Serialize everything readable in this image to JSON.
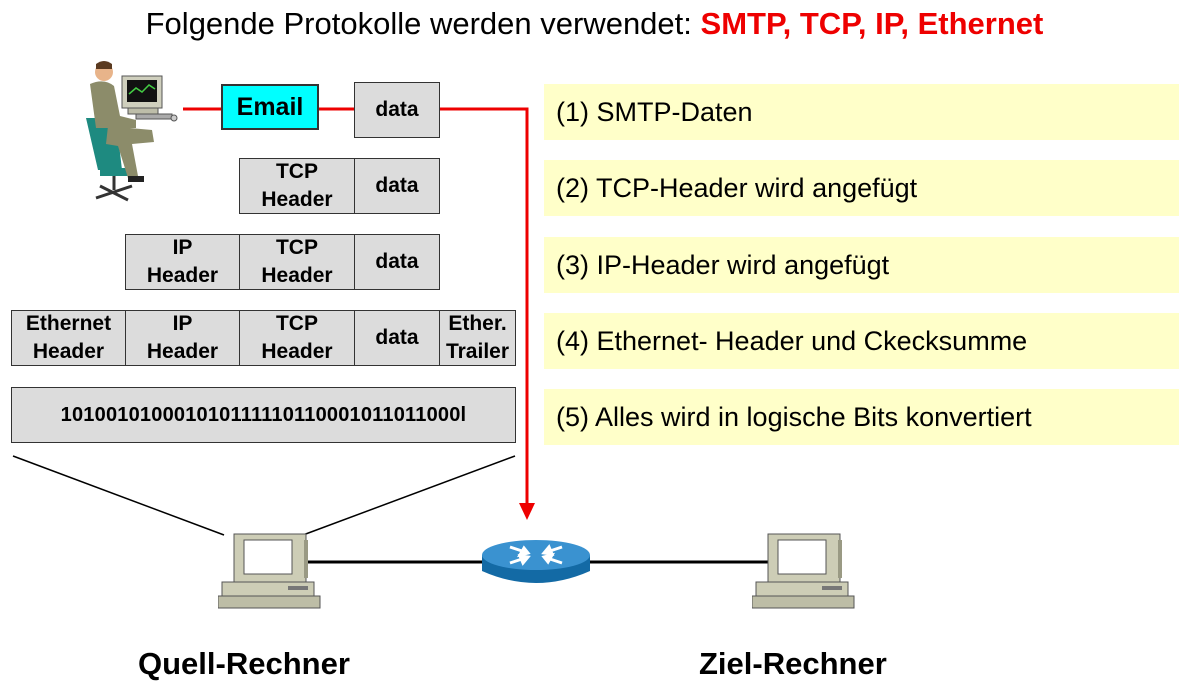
{
  "title": {
    "prefix": "Folgende Protokolle werden verwendet:",
    "protocols": "SMTP, TCP, IP, Ethernet"
  },
  "colors": {
    "highlight": "#ee0000",
    "email_box": "#00ffff",
    "packet_fill": "#dcdcdc",
    "step_fill": "#ffffc9",
    "router": "#1f7ab8"
  },
  "icons": [
    "user-at-computer-icon",
    "router-icon",
    "computer-icon"
  ],
  "layer1": {
    "email": "Email",
    "data": "data"
  },
  "layer2": {
    "tcp_line1": "TCP",
    "tcp_line2": "Header",
    "data": "data"
  },
  "layer3": {
    "ip_line1": "IP",
    "ip_line2": "Header",
    "tcp_line1": "TCP",
    "tcp_line2": "Header",
    "data": "data"
  },
  "layer4": {
    "eth_line1": "Ethernet",
    "eth_line2": "Header",
    "ip_line1": "IP",
    "ip_line2": "Header",
    "tcp_line1": "TCP",
    "tcp_line2": "Header",
    "data": "data",
    "trailer_line1": "Ether.",
    "trailer_line2": "Trailer"
  },
  "bits": "101001010001010111110110001011011000l",
  "steps": [
    "(1) SMTP-Daten",
    "(2) TCP-Header wird angefügt",
    "(3) IP-Header wird angefügt",
    "(4) Ethernet- Header und Ckecksumme",
    "(5) Alles wird in logische Bits konvertiert"
  ],
  "source_label": "Quell-Rechner",
  "target_label": "Ziel-Rechner"
}
